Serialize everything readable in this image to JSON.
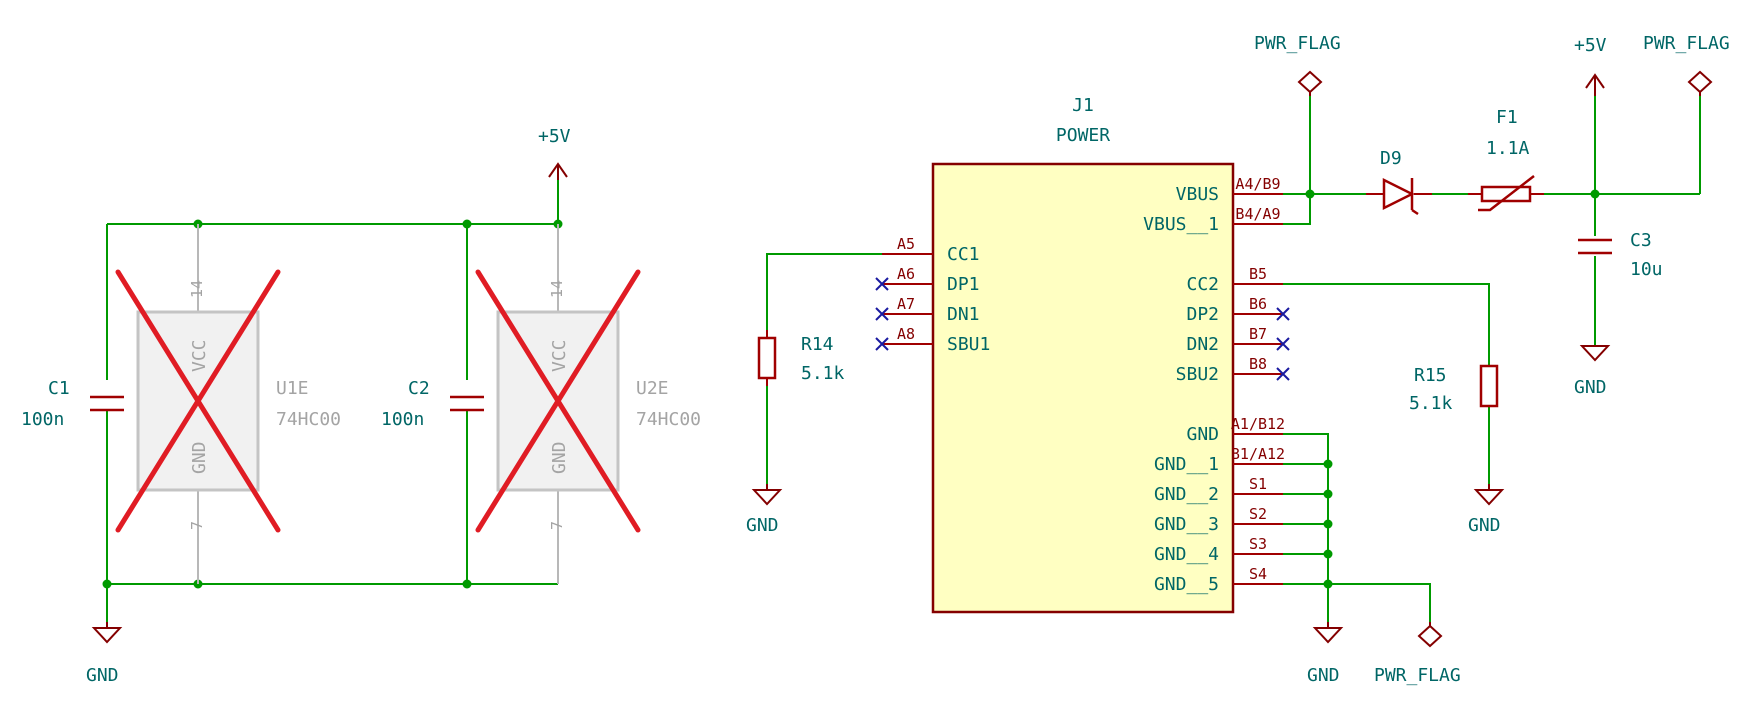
{
  "colors": {
    "wire": "#009a00",
    "component": "#a00000",
    "pin_text": "#840000",
    "label_text": "#006666",
    "connector_fill": "#ffffc2",
    "dnp_cross": "#e01c24",
    "nc_marker": "#1a1aa0",
    "disabled_text": "#a4a4a4"
  },
  "left": {
    "power_label": "+5V",
    "gnd_label": "GND",
    "c1": {
      "ref": "C1",
      "value": "100n"
    },
    "c2": {
      "ref": "C2",
      "value": "100n"
    },
    "u1": {
      "ref": "U1E",
      "value": "74HC00",
      "pin_vcc": "VCC",
      "pin_gnd": "GND",
      "num_vcc": "14",
      "num_gnd": "7"
    },
    "u2": {
      "ref": "U2E",
      "value": "74HC00",
      "pin_vcc": "VCC",
      "pin_gnd": "GND",
      "num_vcc": "14",
      "num_gnd": "7"
    }
  },
  "j1": {
    "ref": "J1",
    "value": "POWER",
    "left_pins": [
      {
        "name": "CC1",
        "num": "A5"
      },
      {
        "name": "DP1",
        "num": "A6"
      },
      {
        "name": "DN1",
        "num": "A7"
      },
      {
        "name": "SBU1",
        "num": "A8"
      }
    ],
    "right_pins": [
      {
        "name": "VBUS",
        "num": "A4/B9"
      },
      {
        "name": "VBUS__1",
        "num": "B4/A9"
      },
      {
        "name": "CC2",
        "num": "B5"
      },
      {
        "name": "DP2",
        "num": "B6"
      },
      {
        "name": "DN2",
        "num": "B7"
      },
      {
        "name": "SBU2",
        "num": "B8"
      },
      {
        "name": "GND",
        "num": "A1/B12"
      },
      {
        "name": "GND__1",
        "num": "B1/A12"
      },
      {
        "name": "GND__2",
        "num": "S1"
      },
      {
        "name": "GND__3",
        "num": "S2"
      },
      {
        "name": "GND__4",
        "num": "S3"
      },
      {
        "name": "GND__5",
        "num": "S4"
      }
    ]
  },
  "r14": {
    "ref": "R14",
    "value": "5.1k"
  },
  "r15": {
    "ref": "R15",
    "value": "5.1k"
  },
  "d9": {
    "ref": "D9"
  },
  "f1": {
    "ref": "F1",
    "value": "1.1A"
  },
  "c3": {
    "ref": "C3",
    "value": "10u"
  },
  "power": {
    "pwr_flag_top": "PWR_FLAG",
    "pwr_flag_right": "PWR_FLAG",
    "pwr_flag_bottom": "PWR_FLAG",
    "plus5v_right": "+5V",
    "gnd_r14": "GND",
    "gnd_r15": "GND",
    "gnd_c3": "GND",
    "gnd_j1": "GND"
  }
}
